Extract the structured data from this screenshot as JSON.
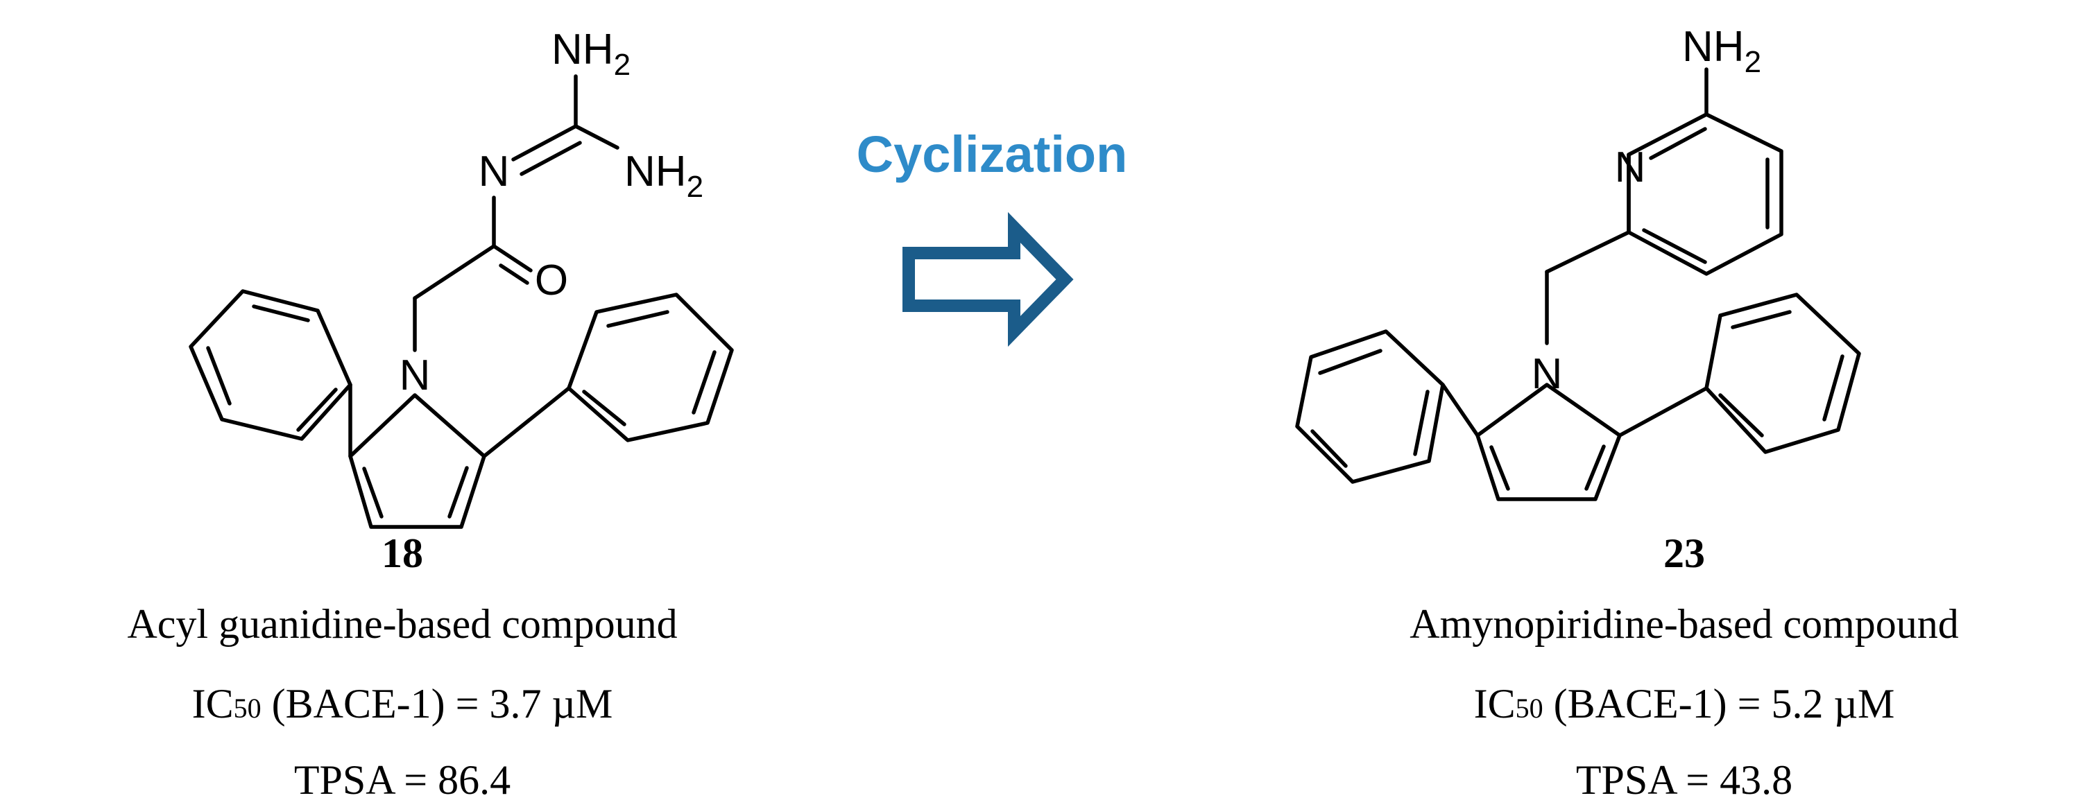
{
  "colors": {
    "step_label": "#2E8BC9",
    "arrow": "#1B5C8A",
    "ink": "#000000"
  },
  "reaction": {
    "step_label": "Cyclization",
    "arrow_icon": "hollow-right-arrow-icon"
  },
  "compound_18": {
    "id": "18",
    "class": "Acyl guanidine-based compound",
    "ic50_prefix": "IC",
    "ic50_sub": "50",
    "ic50_rest": " (BACE-1) = 3.7 µM",
    "tpsa": "TPSA = 86.4",
    "atoms": {
      "nh2_top": "NH",
      "nh2_right": "NH",
      "sub2": "2",
      "n_imine": "N",
      "o": "O",
      "n_pyrrole": "N"
    }
  },
  "compound_23": {
    "id": "23",
    "class": "Amynopiridine-based compound",
    "ic50_prefix": "IC",
    "ic50_sub": "50",
    "ic50_rest": " (BACE-1) = 5.2 µM",
    "tpsa": "TPSA = 43.8",
    "atoms": {
      "nh2": "NH",
      "sub2": "2",
      "n_pyridine": "N",
      "n_pyrrole": "N"
    }
  }
}
